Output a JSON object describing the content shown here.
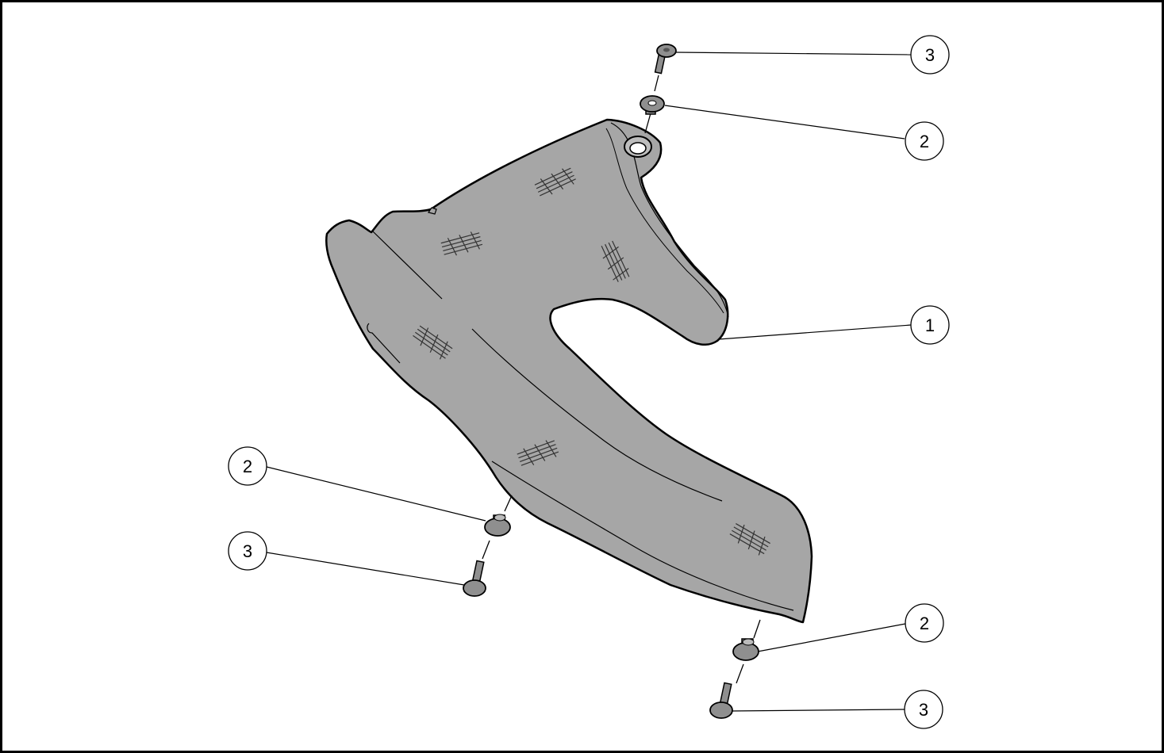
{
  "diagram": {
    "callouts": {
      "c1": "1",
      "c2a": "2",
      "c2b": "2",
      "c2c": "2",
      "c3a": "3",
      "c3b": "3",
      "c3c": "3"
    },
    "colors": {
      "part_fill": "#a6a6a6",
      "fastener_fill": "#8f8f8f",
      "line": "#000000",
      "background": "#ffffff"
    }
  }
}
